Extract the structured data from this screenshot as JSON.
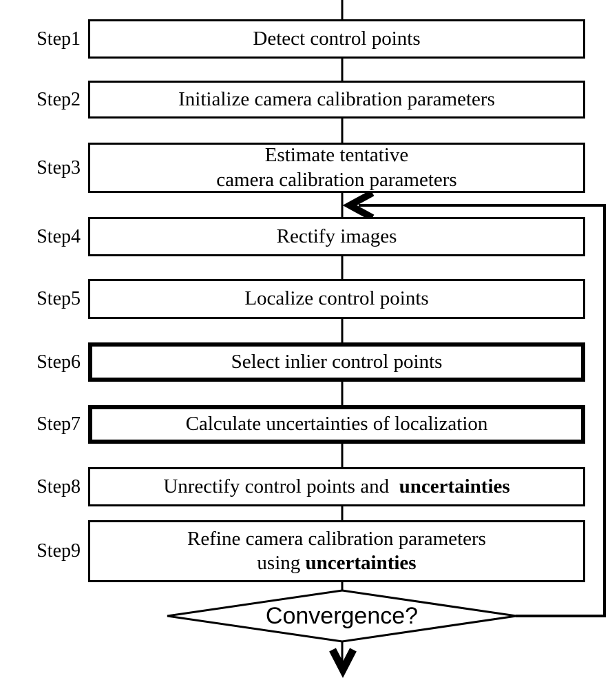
{
  "flowchart": {
    "steps": [
      {
        "label": "Step1",
        "lines": [
          [
            {
              "t": "Detect control points"
            }
          ]
        ],
        "bold_border": false
      },
      {
        "label": "Step2",
        "lines": [
          [
            {
              "t": "Initialize camera calibration parameters"
            }
          ]
        ],
        "bold_border": false
      },
      {
        "label": "Step3",
        "lines": [
          [
            {
              "t": "Estimate tentative"
            }
          ],
          [
            {
              "t": "camera calibration parameters"
            }
          ]
        ],
        "bold_border": false
      },
      {
        "label": "Step4",
        "lines": [
          [
            {
              "t": "Rectify images"
            }
          ]
        ],
        "bold_border": false
      },
      {
        "label": "Step5",
        "lines": [
          [
            {
              "t": "Localize control points"
            }
          ]
        ],
        "bold_border": false
      },
      {
        "label": "Step6",
        "lines": [
          [
            {
              "t": "Select inlier control points"
            }
          ]
        ],
        "bold_border": true
      },
      {
        "label": "Step7",
        "lines": [
          [
            {
              "t": "Calculate uncertainties of localization"
            }
          ]
        ],
        "bold_border": true
      },
      {
        "label": "Step8",
        "lines": [
          [
            {
              "t": "Unrectify control points and  "
            },
            {
              "t": "uncertainties",
              "b": true
            }
          ]
        ],
        "bold_border": false
      },
      {
        "label": "Step9",
        "lines": [
          [
            {
              "t": "Refine camera calibration parameters"
            }
          ],
          [
            {
              "t": "using "
            },
            {
              "t": "uncertainties",
              "b": true
            }
          ]
        ],
        "bold_border": false
      }
    ],
    "decision": {
      "label": "Convergence?"
    },
    "colors": {
      "stroke": "#000000",
      "fill": "#ffffff",
      "text": "#000000"
    }
  }
}
